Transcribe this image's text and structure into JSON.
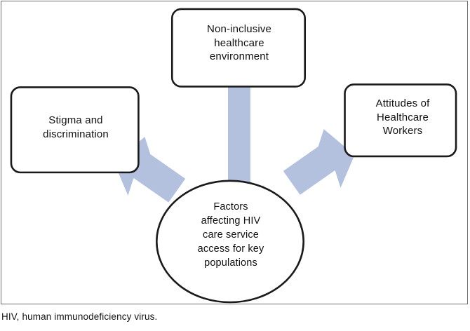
{
  "figure": {
    "caption": "HIV, human immunodeficiency virus.",
    "frame_border_color": "#6e6e6e",
    "background_color": "#ffffff"
  },
  "diagram": {
    "type": "flow-convergence",
    "node_outline_color": "#1a1a1a",
    "node_fill_color": "#ffffff",
    "arrow_fill_color": "#b3c0de",
    "nodes": [
      {
        "id": "top-box",
        "shape": "rounded-rectangle",
        "label": "Non-inclusive\nhealthcare\nenvironment"
      },
      {
        "id": "left-box",
        "shape": "rounded-rectangle",
        "label": "Stigma and\ndiscrimination"
      },
      {
        "id": "right-box",
        "shape": "rounded-rectangle",
        "label": "Attitudes of\nHealthcare\nWorkers"
      },
      {
        "id": "center-ellipse",
        "shape": "ellipse",
        "label": "Factors\naffecting HIV\ncare service\naccess for key\npopulations"
      }
    ],
    "arrows": [
      {
        "id": "arrow-left-to-center",
        "from": "left-box",
        "to": "center-ellipse",
        "direction": "down-right"
      },
      {
        "id": "arrow-top-to-center",
        "from": "top-box",
        "to": "center-ellipse",
        "direction": "down"
      },
      {
        "id": "arrow-right-to-center",
        "from": "right-box",
        "to": "center-ellipse",
        "direction": "down-left"
      }
    ]
  }
}
